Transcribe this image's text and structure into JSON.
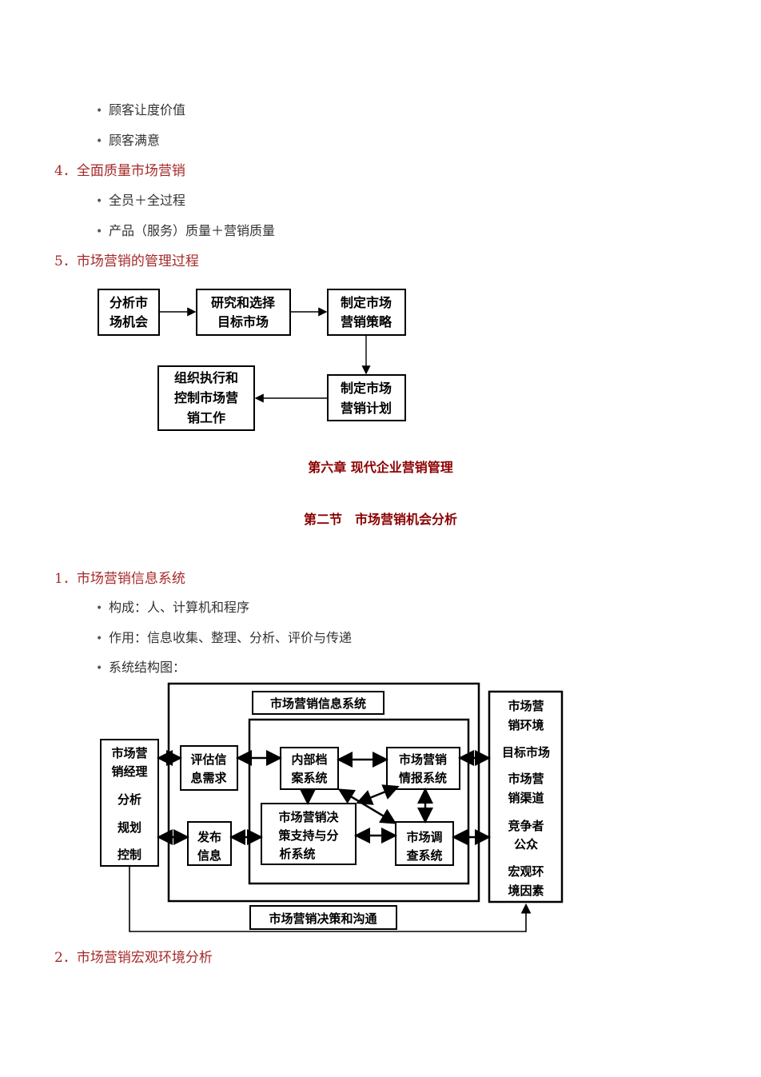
{
  "top_bullets": [
    "顾客让度价值",
    "顾客满意"
  ],
  "section4": {
    "heading": "4．全面质量市场营销",
    "bullets": [
      "全员＋全过程",
      "产品（服务）质量＋营销质量"
    ]
  },
  "section5": {
    "heading": "5．市场营销的管理过程"
  },
  "process_diagram": {
    "box1": [
      "分析市",
      "场机会"
    ],
    "box2": [
      "研究和选择",
      "目标市场"
    ],
    "box3": [
      "制定市场",
      "营销策略"
    ],
    "box4": [
      "制定市场",
      "营销计划"
    ],
    "box5": [
      "组织执行和",
      "控制市场营",
      "销工作"
    ]
  },
  "chapter_title": "第六章 现代企业营销管理",
  "section_title": "第二节　市场营销机会分析",
  "info_section": {
    "heading": "1．市场营销信息系统",
    "bullets": [
      "构成：人、计算机和程序",
      "作用：信息收集、整理、分析、评价与传递",
      "系统结构图："
    ]
  },
  "system_diagram": {
    "manager": [
      "市场营",
      "销经理",
      "分析",
      "规划",
      "控制"
    ],
    "system_title": "市场营销信息系统",
    "assess": [
      "评估信",
      "息需求"
    ],
    "publish": [
      "发布",
      "信息"
    ],
    "internal": [
      "内部档",
      "案系统"
    ],
    "intel": [
      "市场营销",
      "情报系统"
    ],
    "decision": [
      "市场营销决",
      "策支持与分",
      "析系统"
    ],
    "research": [
      "市场调",
      "查系统"
    ],
    "environment": [
      "市场营",
      "销环境",
      "目标市场",
      "市场营",
      "销渠道",
      "竞争者",
      "公众",
      "宏观环",
      "境因素"
    ],
    "bottom_label": "市场营销决策和沟通"
  },
  "section2": {
    "heading": "2．市场营销宏观环境分析"
  }
}
